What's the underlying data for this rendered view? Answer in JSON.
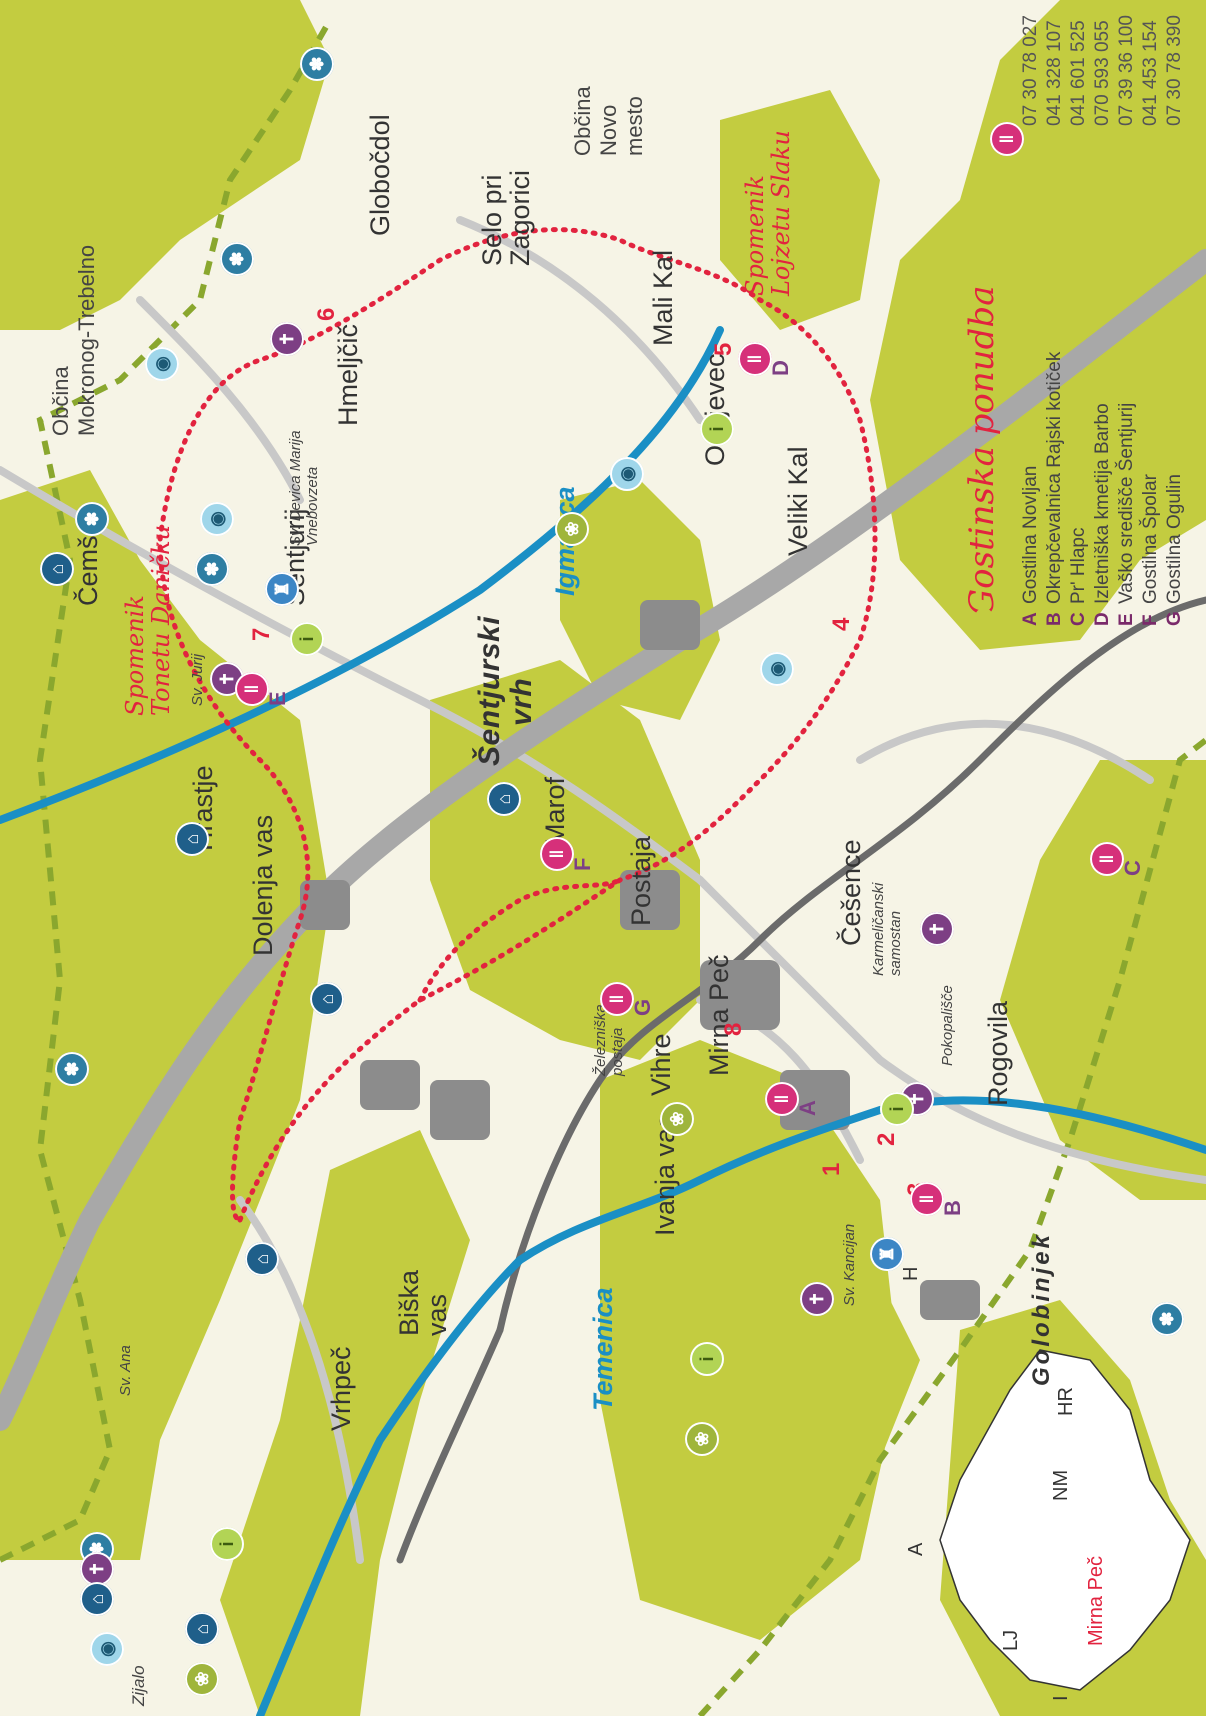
{
  "municipalities": {
    "mokronog": [
      "Občina",
      "Mokronog-Trebelno"
    ],
    "novo_mesto": [
      "Občina",
      "Novo",
      "mesto"
    ]
  },
  "places": {
    "cemse": "Čemše",
    "hrastje": "Hrastje",
    "dolenja_vas": "Dolenja vas",
    "sentjurij": "Šentjurij",
    "hmeljcic": "Hmeljčič",
    "globocdol": "Globočdol",
    "selo_pri_zagorici": [
      "Selo pri",
      "Zagorici"
    ],
    "mali_kal": "Mali Kal",
    "orkljevec": "Orkljevec",
    "veliki_kal": "Veliki Kal",
    "marof": "Marof",
    "postaja": "Postaja",
    "cesence": "Češence",
    "rogovila": "Rogovila",
    "mirna_pec": "Mirna Peč",
    "vihre": "Vihre",
    "ivanja_vas": "Ivanja vas",
    "biska_vas": [
      "Biška",
      "vas"
    ],
    "vrhpec": "Vrhpeč",
    "zijalo": "Zijalo"
  },
  "regions": {
    "sentjurski_vrh": [
      "Šentjurski",
      "vrh"
    ],
    "golobinjek": "Golobinjek"
  },
  "rivers": {
    "igmanca": "Igmanca",
    "temenica": "Temenica"
  },
  "small_labels": {
    "sv_ana": "Sv. Ana",
    "sv_jurij": "Sv. Jurij",
    "sv_devica": [
      "Sv. Devica Marija",
      "Vnebovzeta"
    ],
    "zelezniska": [
      "Železniška",
      "postaja"
    ],
    "karmelicanski": [
      "Karmeličanski",
      "samostan"
    ],
    "pokopalisce": "Pokopališče",
    "sv_kancijan": "Sv. Kancijan"
  },
  "monuments": {
    "danicek": [
      "Spomenik",
      "Tonetu Daničku"
    ],
    "slak": [
      "Spomenik",
      "Lojzetu Slaku"
    ]
  },
  "stops": [
    "1",
    "2",
    "3",
    "4",
    "5",
    "6",
    "7",
    "8"
  ],
  "inset": {
    "country_codes": [
      "A",
      "H",
      "I",
      "HR"
    ],
    "lj": "LJ",
    "nm": "NM",
    "mirna_pec": "Mirna Peč"
  },
  "legend": {
    "title": "Gostinska ponudba",
    "items": [
      {
        "key": "A",
        "name": "Gostilna Novljan",
        "phone": "07 30 78 027"
      },
      {
        "key": "B",
        "name": "Okrepčevalnica Rajski kotiček",
        "phone": "041 328 107"
      },
      {
        "key": "C",
        "name": "Pr' Hlapc",
        "phone": "041 601 525"
      },
      {
        "key": "D",
        "name": "Izletniška kmetija Barbo",
        "phone": "070 593 055"
      },
      {
        "key": "E",
        "name": "Vaško središče Šentjurij",
        "phone": "07 39 36 100"
      },
      {
        "key": "F",
        "name": "Gostilna Špolar",
        "phone": "041 453 154"
      },
      {
        "key": "G",
        "name": "Gostilna Ogulin",
        "phone": "07 30 78 390"
      }
    ]
  },
  "poi_letters": [
    "A",
    "B",
    "C",
    "D",
    "E",
    "F",
    "G"
  ],
  "colors": {
    "forest": "#c3cc40",
    "open_land": "#f6f4e6",
    "river": "#1a8fc5",
    "route": "#e2233f",
    "railway": "#6b6b6b",
    "highway": "#a8a8a8",
    "road": "#c8c8c8",
    "border": "#8aa72e"
  },
  "icons": [
    "wine-region-icon",
    "viewpoint-icon",
    "church-icon",
    "restaurant-icon",
    "info-point-icon",
    "nature-icon",
    "wine-cellar-icon",
    "castle-icon"
  ]
}
